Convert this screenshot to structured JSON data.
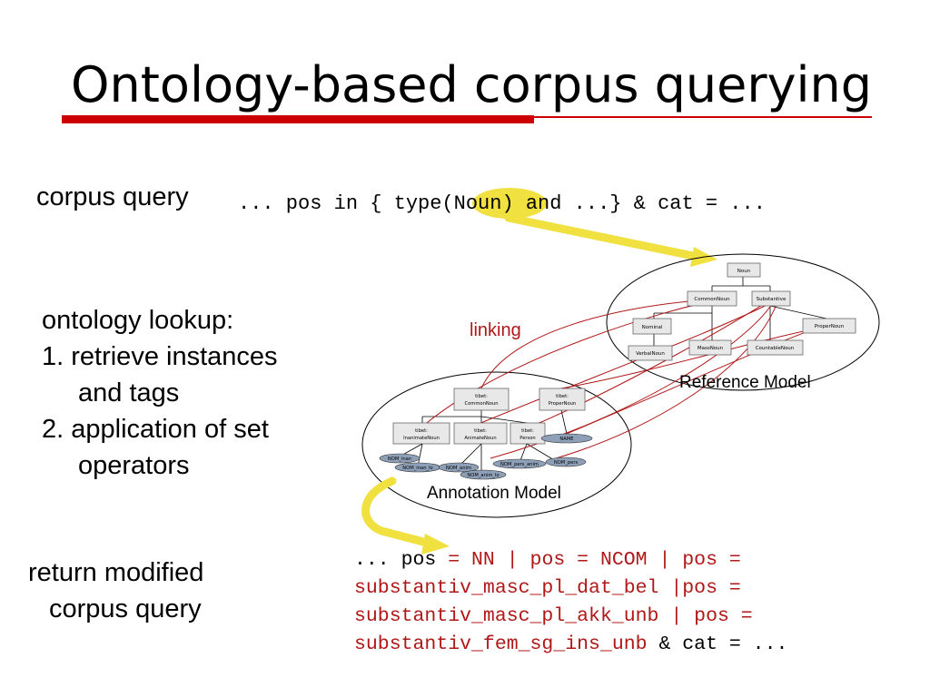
{
  "slide": {
    "title": "Ontology-based corpus querying",
    "corpus_query_label": "corpus query",
    "query": {
      "part1": "... pos in { type(",
      "part2": "Noun",
      "part3": ")  and ...} & cat = ..."
    },
    "lookup": {
      "heading": "ontology lookup:",
      "step1_line1": "1. retrieve instances",
      "step1_line2": "and tags",
      "step2_line1": "2. application of set",
      "step2_line2": "operators"
    },
    "return_label_line1": "return modified",
    "return_label_line2": "corpus query",
    "linking_label": "linking",
    "reference_model_label": "Reference Model",
    "annotation_model_label": "Annotation Model",
    "reference_nodes": {
      "noun": "Noun",
      "common_noun": "CommonNoun",
      "substantive": "Substantive",
      "nominal": "Nominal",
      "proper_noun": "ProperNoun",
      "verbal_noun": "VerbalNoun",
      "mass_noun": "MassNoun",
      "countable_noun": "CountableNoun"
    },
    "annotation_nodes": {
      "tibet_common_noun_1": "tibet:",
      "tibet_common_noun_2": "CommonNoun",
      "tibet_proper_noun_1": "tibet:",
      "tibet_proper_noun_2": "ProperNoun",
      "tibet_inanimate_1": "tibet:",
      "tibet_inanimate_2": "InanimateNoun",
      "tibet_animate_1": "tibet:",
      "tibet_animate_2": "AnimateNoun",
      "tibet_person_1": "tibet:",
      "tibet_person_2": "Person",
      "name": "NAME",
      "nom_inan": "NOM_inan",
      "nom_inan_lo": "NOM_inan_lo",
      "nom_anim": "NOM_anim",
      "nom_anim_lo": "NOM_anim_lo",
      "nom_pers_anim": "NOM_pers_anim",
      "nom_pers": "NOM_pers"
    },
    "result": {
      "line1_black": "... pos",
      "line1_red": " = NN | pos = NCOM | pos =",
      "line2": "substantiv_masc_pl_dat_bel |pos =",
      "line3": "substantiv_masc_pl_akk_unb | pos =",
      "line4_red": "substantiv_fem_sg_ins_unb",
      "line4_black": " & cat = ..."
    },
    "colors": {
      "title_rule": "#cc0000",
      "highlight_yellow": "#f0e040",
      "link_red": "#b01818",
      "node_fill": "#e8e8e8",
      "tag_fill": "#8ea0b8"
    }
  }
}
